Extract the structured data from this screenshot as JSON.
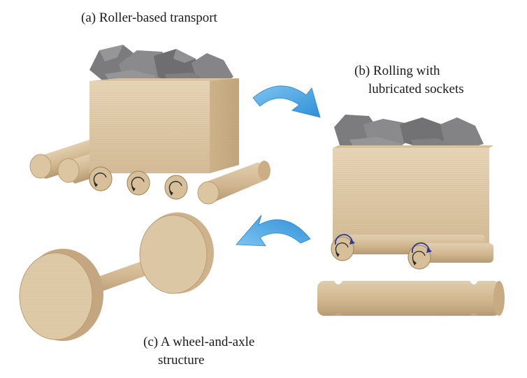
{
  "captions": {
    "a": "(a) Roller-based transport",
    "b_line1": "(b) Rolling with",
    "b_line2": "lubricated sockets",
    "c_line1": "(c) A wheel-and-axle",
    "c_line2": "structure"
  },
  "colors": {
    "wood_light": "#e3d0b0",
    "wood_mid": "#d2b994",
    "wood_dark": "#b89c74",
    "stone": "#7d7d7f",
    "stone_light": "#9a9a9c",
    "arrow_blue": "#3d9ee0",
    "rotation_mark": "#2c3f8f"
  },
  "icons": [
    "cart-icon",
    "roller-icon",
    "rock-icon",
    "curved-arrow-icon",
    "wheel-axle-icon"
  ]
}
